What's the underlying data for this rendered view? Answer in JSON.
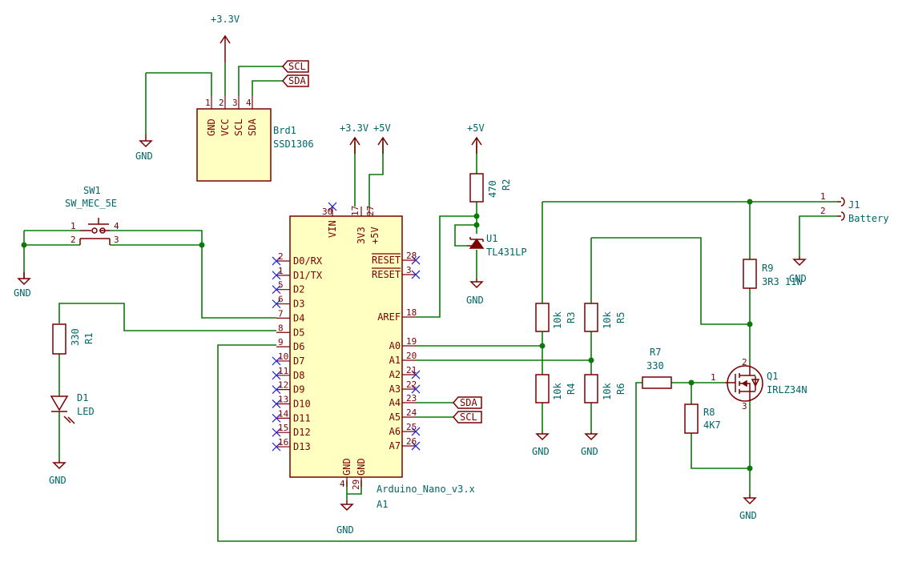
{
  "power": {
    "p33_top": "+3.3V",
    "p33_nano": "+3.3V",
    "p5_nano": "+5V",
    "p5_ref": "+5V",
    "gnd": "GND"
  },
  "display": {
    "ref": "Brd1",
    "value": "SSD1306",
    "pins": [
      "GND",
      "VCC",
      "SCL",
      "SDA"
    ],
    "pin_numbers": [
      "1",
      "2",
      "3",
      "4"
    ],
    "labels": [
      "SCL",
      "SDA"
    ]
  },
  "switch": {
    "ref": "SW1",
    "value": "SW_MEC_5E",
    "pin_numbers": [
      "1",
      "2",
      "4",
      "3"
    ]
  },
  "led": {
    "ref": "D1",
    "value": "LED"
  },
  "r1": {
    "ref": "R1",
    "value": "330"
  },
  "r2": {
    "ref": "R2",
    "value": "470"
  },
  "u1": {
    "ref": "U1",
    "value": "TL431LP"
  },
  "r3": {
    "ref": "R3",
    "value": "10k"
  },
  "r4": {
    "ref": "R4",
    "value": "10k"
  },
  "r5": {
    "ref": "R5",
    "value": "10k"
  },
  "r6": {
    "ref": "R6",
    "value": "10k"
  },
  "r7": {
    "ref": "R7",
    "value": "330"
  },
  "r8": {
    "ref": "R8",
    "value": "4K7"
  },
  "r9": {
    "ref": "R9",
    "value": "3R3 11W"
  },
  "q1": {
    "ref": "Q1",
    "value": "IRLZ34N",
    "pin_numbers": [
      "1",
      "2",
      "3"
    ]
  },
  "j1": {
    "ref": "J1",
    "value": "Battery",
    "pin_numbers": [
      "1",
      "2"
    ]
  },
  "nano": {
    "ref": "A1",
    "value": "Arduino_Nano_v3.x",
    "left_pins": [
      {
        "num": "2",
        "name": "D0/RX"
      },
      {
        "num": "1",
        "name": "D1/TX"
      },
      {
        "num": "5",
        "name": "D2"
      },
      {
        "num": "6",
        "name": "D3"
      },
      {
        "num": "7",
        "name": "D4"
      },
      {
        "num": "8",
        "name": "D5"
      },
      {
        "num": "9",
        "name": "D6"
      },
      {
        "num": "10",
        "name": "D7"
      },
      {
        "num": "11",
        "name": "D8"
      },
      {
        "num": "12",
        "name": "D9"
      },
      {
        "num": "13",
        "name": "D10"
      },
      {
        "num": "14",
        "name": "D11"
      },
      {
        "num": "15",
        "name": "D12"
      },
      {
        "num": "16",
        "name": "D13"
      }
    ],
    "right_pins": [
      {
        "num": "28",
        "name": "RESET"
      },
      {
        "num": "3",
        "name": "RESET"
      },
      {
        "num": "18",
        "name": "AREF"
      },
      {
        "num": "19",
        "name": "A0"
      },
      {
        "num": "20",
        "name": "A1"
      },
      {
        "num": "21",
        "name": "A2"
      },
      {
        "num": "22",
        "name": "A3"
      },
      {
        "num": "23",
        "name": "A4"
      },
      {
        "num": "24",
        "name": "A5"
      },
      {
        "num": "25",
        "name": "A6"
      },
      {
        "num": "26",
        "name": "A7"
      }
    ],
    "top_pins": [
      {
        "num": "30",
        "name": "VIN"
      },
      {
        "num": "17",
        "name": "3V3"
      },
      {
        "num": "27",
        "name": "+5V"
      }
    ],
    "bottom_pins": [
      {
        "num": "4",
        "name": "GND"
      },
      {
        "num": "29",
        "name": "GND"
      }
    ],
    "labels": [
      "SDA",
      "SCL"
    ]
  }
}
